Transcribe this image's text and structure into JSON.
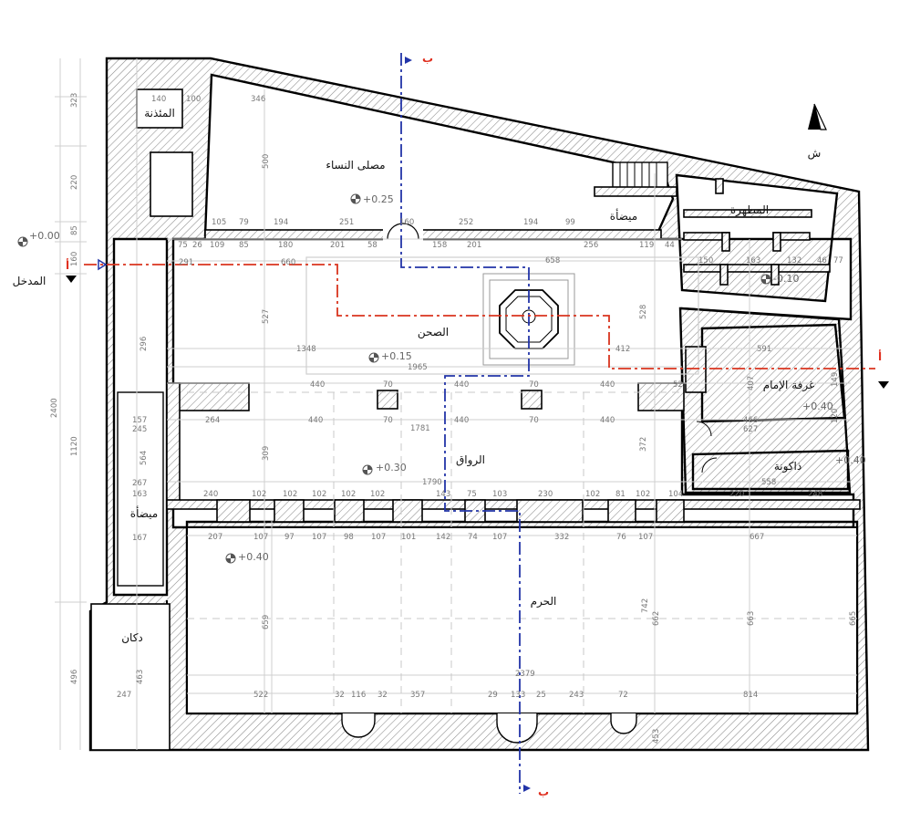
{
  "rooms": {
    "minaret": "المئذنة",
    "women_prayer": "مصلى النساء",
    "ablution_north": "ميضأة",
    "toilets": "المطهرة",
    "courtyard": "الصحن",
    "imam_room": "غرفة الإمام",
    "riwaq": "الرواق",
    "niche_room": "ذاكونة",
    "ablution_west": "ميضأة",
    "haram": "الحرم",
    "shop": "دكان",
    "entrance": "المدخل"
  },
  "north_label": "ش",
  "sections": {
    "b_top": "ب",
    "b_bottom": "ب",
    "a_left": "أ",
    "a_right": "أ"
  },
  "levels": {
    "entrance": "+0.00",
    "women": "+0.25",
    "courtyard": "+0.15",
    "riwaq": "+0.30",
    "haram": "+0.40",
    "toilets": "-0.10",
    "imam": "+0.40",
    "niche": "+0.40"
  },
  "dims_left": [
    "323",
    "220",
    "85",
    "160",
    "2400",
    "1120",
    "496"
  ],
  "dims_women_row": [
    "105",
    "79",
    "194",
    "251",
    "160",
    "252",
    "194",
    "99"
  ],
  "dims_corr": [
    "75",
    "26",
    "109",
    "85",
    "180",
    "201",
    "58",
    "158",
    "201",
    "256",
    "119",
    "44"
  ],
  "dims_court": [
    "291",
    "660",
    "658",
    "1348",
    "412",
    "591",
    "1965"
  ],
  "dims_rows": [
    "440",
    "70",
    "440",
    "70",
    "440",
    "52",
    "264",
    "440",
    "70",
    "440",
    "70",
    "440",
    "466",
    "627",
    "1781",
    "1790",
    "558"
  ],
  "dims_portico": [
    "240",
    "102",
    "102",
    "102",
    "102",
    "102",
    "143",
    "75",
    "103",
    "230",
    "102",
    "81",
    "102",
    "104",
    "220",
    "248"
  ],
  "dims_haram_top": [
    "207",
    "107",
    "97",
    "107",
    "98",
    "107",
    "101",
    "142",
    "74",
    "107",
    "332",
    "76",
    "107",
    "667"
  ],
  "dims_haram_bottom": [
    "247",
    "522",
    "32",
    "116",
    "32",
    "357",
    "29",
    "133",
    "25",
    "243",
    "72",
    "814",
    "2379"
  ],
  "dims_vertical": [
    "500",
    "527",
    "309",
    "659",
    "742",
    "662",
    "663",
    "665",
    "564",
    "463",
    "296",
    "372",
    "528",
    "407",
    "453"
  ],
  "dims_misc": [
    "140",
    "100",
    "346",
    "150",
    "163",
    "132",
    "46",
    "77",
    "149",
    "120",
    "157",
    "245",
    "267",
    "163",
    "167"
  ]
}
